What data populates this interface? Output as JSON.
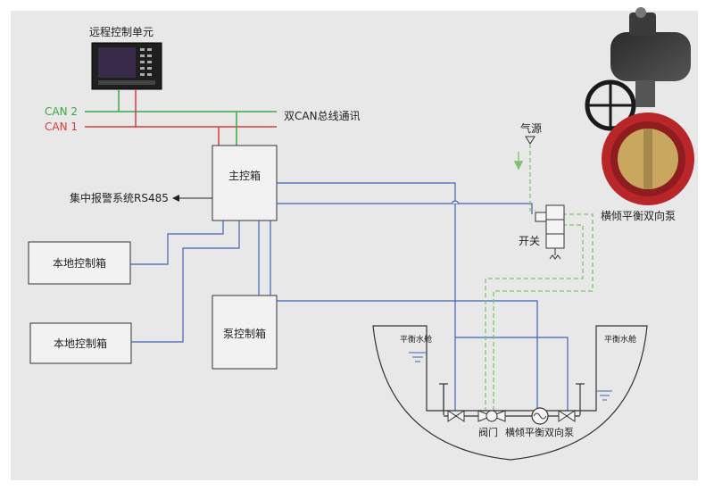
{
  "labels": {
    "remote_unit": "远程控制单元",
    "can2": "CAN 2",
    "can1": "CAN 1",
    "dual_can": "双CAN总线通讯",
    "main_box": "主控箱",
    "alarm": "集中报警系统RS485",
    "local_box_1": "本地控制箱",
    "local_box_2": "本地控制箱",
    "pump_box": "泵控制箱",
    "air_source": "气源",
    "switch": "开关",
    "pump_photo": "横倾平衡双向泵",
    "tank_left": "平衡水舱",
    "tank_right": "平衡水舱",
    "valve": "阀门",
    "pump_bottom": "横倾平衡双向泵"
  },
  "colors": {
    "can_green": "#3aa845",
    "can_red": "#d63a3a",
    "signal_blue": "#3f63b8",
    "air_green": "#7cc36e"
  },
  "icons": [
    "arrow-left-icon",
    "arrow-down-icon",
    "triangle-icon",
    "valve-icon",
    "pump-icon",
    "solenoid-valve-icon",
    "water-level-icon"
  ]
}
